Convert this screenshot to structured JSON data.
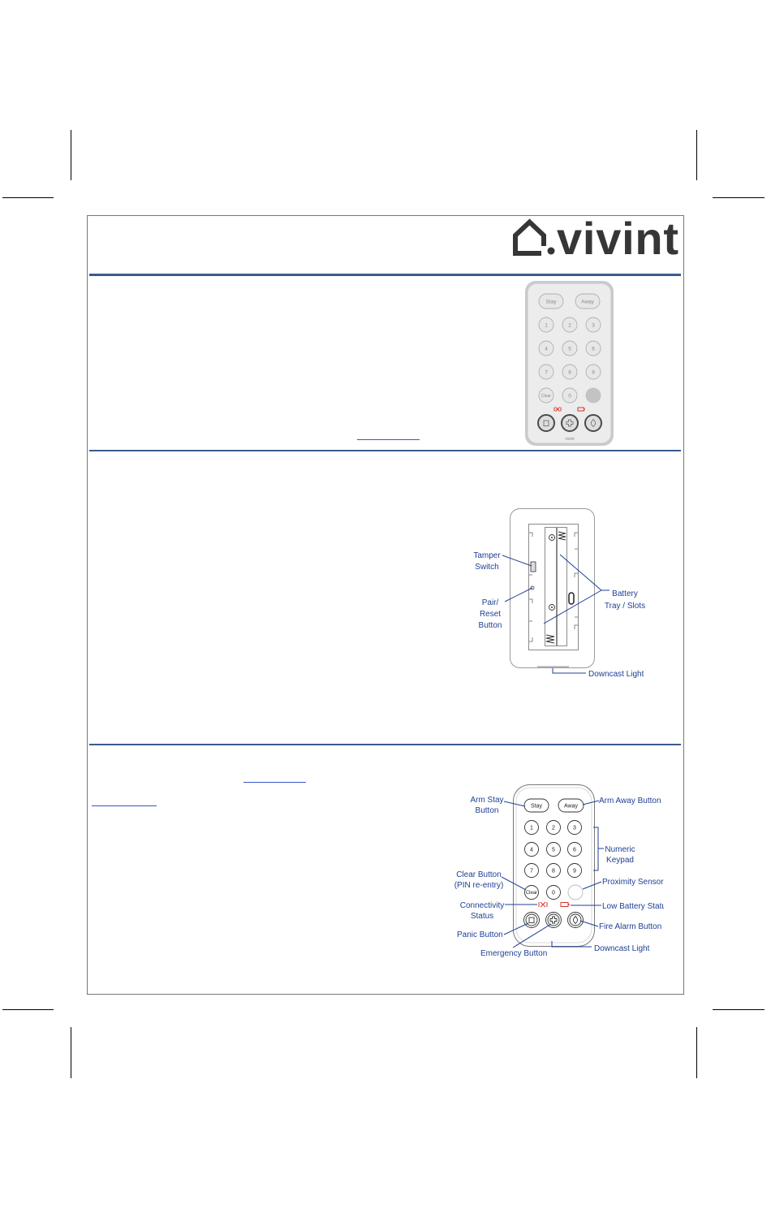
{
  "colors": {
    "rule": "#3b5b8c",
    "label": "#1f3f96",
    "link": "#3a56c5",
    "alert": "#d9342b",
    "logo": "#363636"
  },
  "logo": {
    "text": "vivint",
    "icon": "house-icon"
  },
  "front_photo": {
    "stay": "Stay",
    "away": "Away",
    "keys": [
      "1",
      "2",
      "3",
      "4",
      "5",
      "6",
      "7",
      "8",
      "9"
    ],
    "clear": "Clear",
    "zero": "0",
    "brand": "vivint"
  },
  "back_diagram": {
    "tamper_switch": [
      "Tamper",
      "Switch"
    ],
    "pair_reset_button": [
      "Pair/",
      "Reset",
      "Button"
    ],
    "battery_tray": [
      "Battery",
      "Tray / Slots"
    ],
    "downcast_light": "Downcast Light"
  },
  "front_diagram": {
    "keypad": {
      "stay": "Stay",
      "away": "Away",
      "keys": [
        "1",
        "2",
        "3",
        "4",
        "5",
        "6",
        "7",
        "8",
        "9"
      ],
      "clear": "Clear",
      "zero": "0"
    },
    "icons": {
      "connectivity": "connectivity-icon",
      "low_battery": "battery-icon",
      "panic": "panic-icon",
      "emergency": "medical-cross-icon",
      "fire": "flame-icon"
    },
    "labels": {
      "arm_stay": [
        "Arm Stay",
        "Button"
      ],
      "arm_away": "Arm Away Button",
      "numeric_keypad": [
        "Numeric",
        "Keypad"
      ],
      "clear_button": [
        "Clear Button",
        "(PIN re-entry)"
      ],
      "proximity_sensor": "Proximity Sensor",
      "connectivity_status": [
        "Connectivity",
        "Status"
      ],
      "low_battery_status": "Low Battery Status",
      "fire_alarm_button": "Fire Alarm Button",
      "panic_button": "Panic Button",
      "emergency_button": "Emergency Button",
      "downcast_light": "Downcast Light"
    }
  }
}
